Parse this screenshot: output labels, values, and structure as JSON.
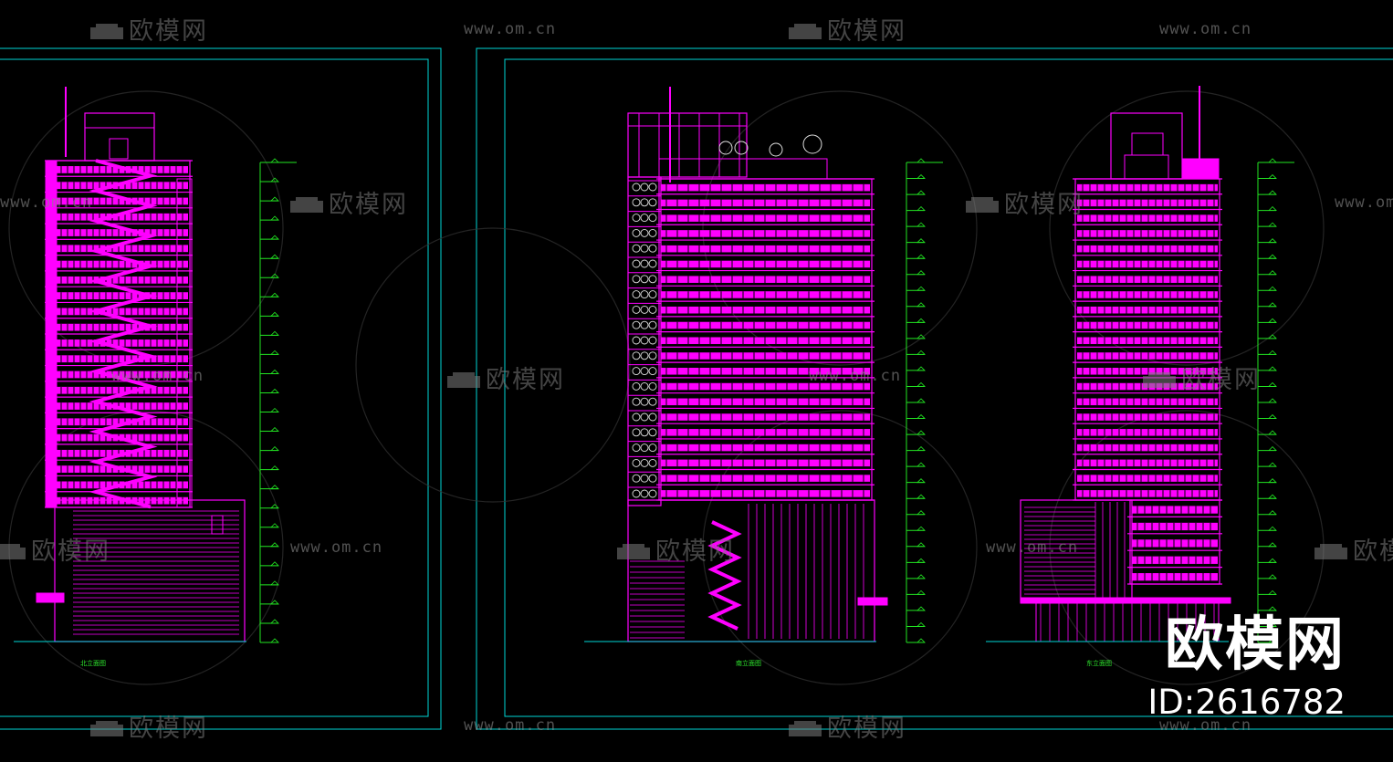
{
  "watermark": {
    "brand": "欧模网",
    "url": "www.om.cn"
  },
  "stamp": {
    "logo": "欧模网",
    "id": "ID:2616782"
  },
  "elevations": [
    {
      "caption": "北立面图"
    },
    {
      "caption": "南立面图"
    },
    {
      "caption": "东立面图"
    }
  ],
  "colors": {
    "background": "#000000",
    "building": "#ff00ff",
    "frame": "#00d6d6",
    "dimension": "#22e622",
    "watermark": "#7d7d7d"
  }
}
